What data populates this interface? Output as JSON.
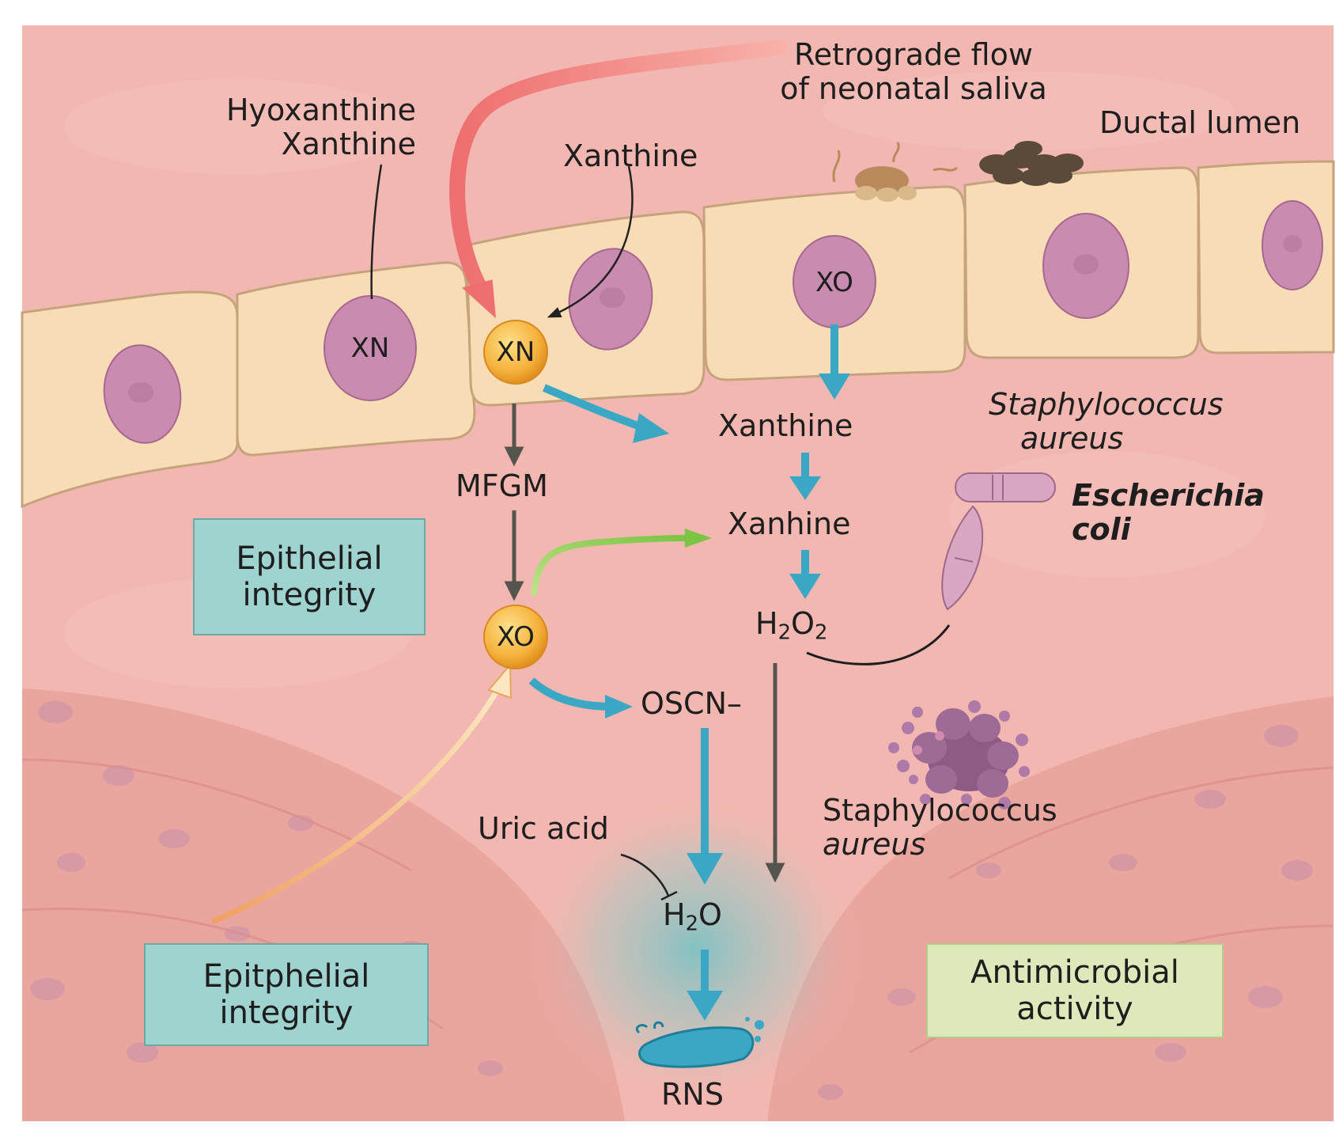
{
  "colors": {
    "tissue": "#f2b7b0",
    "cell": "#f7dcb6",
    "nucleus": "#c98bb0",
    "enzyme": "#f5b23c",
    "teal_box": "#9fd3cf",
    "green_box": "#dde9ba",
    "blue_arrow": "#3aa7c4",
    "red_arrow": "#f28a8a",
    "dark_arrow": "#5a5a52"
  },
  "labels": {
    "retrograde_line1": "Retrograde flow",
    "retrograde_line2": "of neonatal saliva",
    "ductal_lumen": "Ductal lumen",
    "hyoxanthine": "Hyoxanthine",
    "xanthine_left": "Xanthine",
    "xanthine_top": "Xanthine",
    "nucleus_xn": "XN",
    "nucleus_xo": "XO",
    "enzyme_xn": "XN",
    "enzyme_xo": "XO",
    "mfgm": "MFGM",
    "xanthine_mid": "Xanthine",
    "xanhine": "Xanhine",
    "h2o2_h": "H",
    "h2o2_2a": "2",
    "h2o2_o": "O",
    "h2o2_2b": "2",
    "oscn": "OSCN–",
    "uric_acid": "Uric acid",
    "h2o_h": "H",
    "h2o_2": "2",
    "h2o_o": "O",
    "rns": "RNS",
    "staph_top_line1": "Staphylococcus",
    "staph_top_line2": "aureus",
    "ecoli_line1": "Escherichia",
    "ecoli_line2": "coli",
    "staph_bottom_line1": "Staphylococcus",
    "staph_bottom_line2": "aureus"
  },
  "boxes": {
    "epithelial_line1": "Epithelial",
    "epithelial_line2": "integrity",
    "epitphelial_line1": "Epitphelial",
    "epitphelial_line2": "integrity",
    "antimicrobial_line1": "Antimicrobial",
    "antimicrobial_line2": "activity"
  }
}
